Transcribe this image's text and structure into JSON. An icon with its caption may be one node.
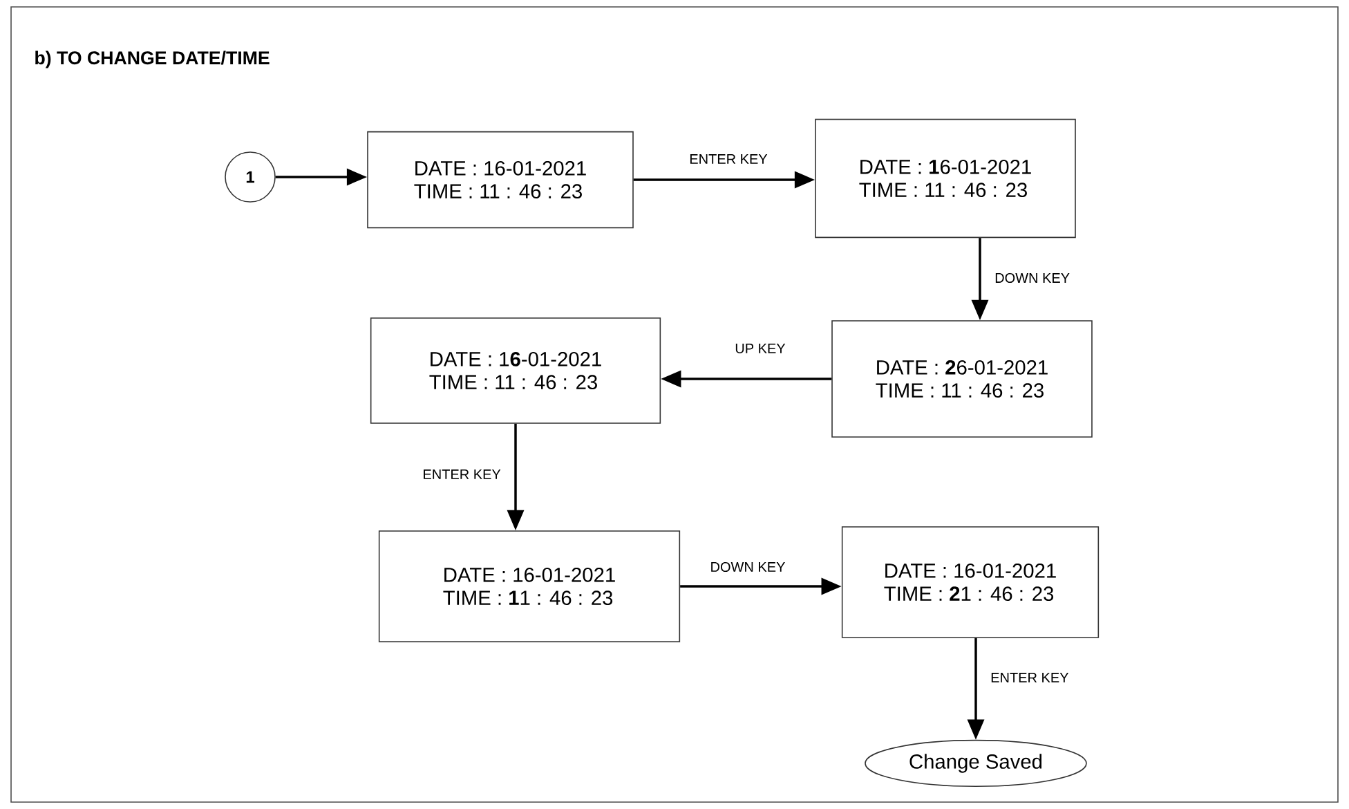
{
  "diagram": {
    "title": "b) TO CHANGE DATE/TIME",
    "nodes": [
      {
        "text": [
          "1"
        ]
      },
      {
        "text": [
          "DATE : 16-01-2021",
          "TIME : 11 : 46 : 23"
        ]
      },
      {
        "text": [
          "DATE : **1**6-01-2021",
          "TIME : 11 : 46 : 23"
        ]
      },
      {
        "text": [
          "DATE : **2**6-01-2021",
          "TIME : 11 : 46 : 23"
        ]
      },
      {
        "text": [
          "DATE : 1**6**-01-2021",
          "TIME : 11 : 46 : 23"
        ]
      },
      {
        "text": [
          "DATE : 16-01-2021",
          "TIME : **1**1 : 46 : 23"
        ]
      },
      {
        "text": [
          "DATE : 16-01-2021",
          "TIME : **2**1 : 46 : 23"
        ]
      },
      {
        "text": [
          "Change Saved"
        ]
      }
    ],
    "edges": [
      {
        "from": 0,
        "to": 1,
        "arrow": "to"
      },
      {
        "from": 1,
        "to": 2,
        "arrow": "to",
        "label": "ENTER KEY"
      },
      {
        "from": 2,
        "to": 3,
        "arrow": "to",
        "label": "DOWN KEY"
      },
      {
        "from": 3,
        "to": 4,
        "arrow": "to",
        "label": "UP KEY"
      },
      {
        "from": 4,
        "to": 5,
        "arrow": "to",
        "label": "ENTER KEY"
      },
      {
        "from": 5,
        "to": 6,
        "arrow": "to",
        "label": "DOWN KEY"
      },
      {
        "from": 6,
        "to": 7,
        "arrow": "to",
        "label": "ENTER KEY"
      }
    ]
  }
}
